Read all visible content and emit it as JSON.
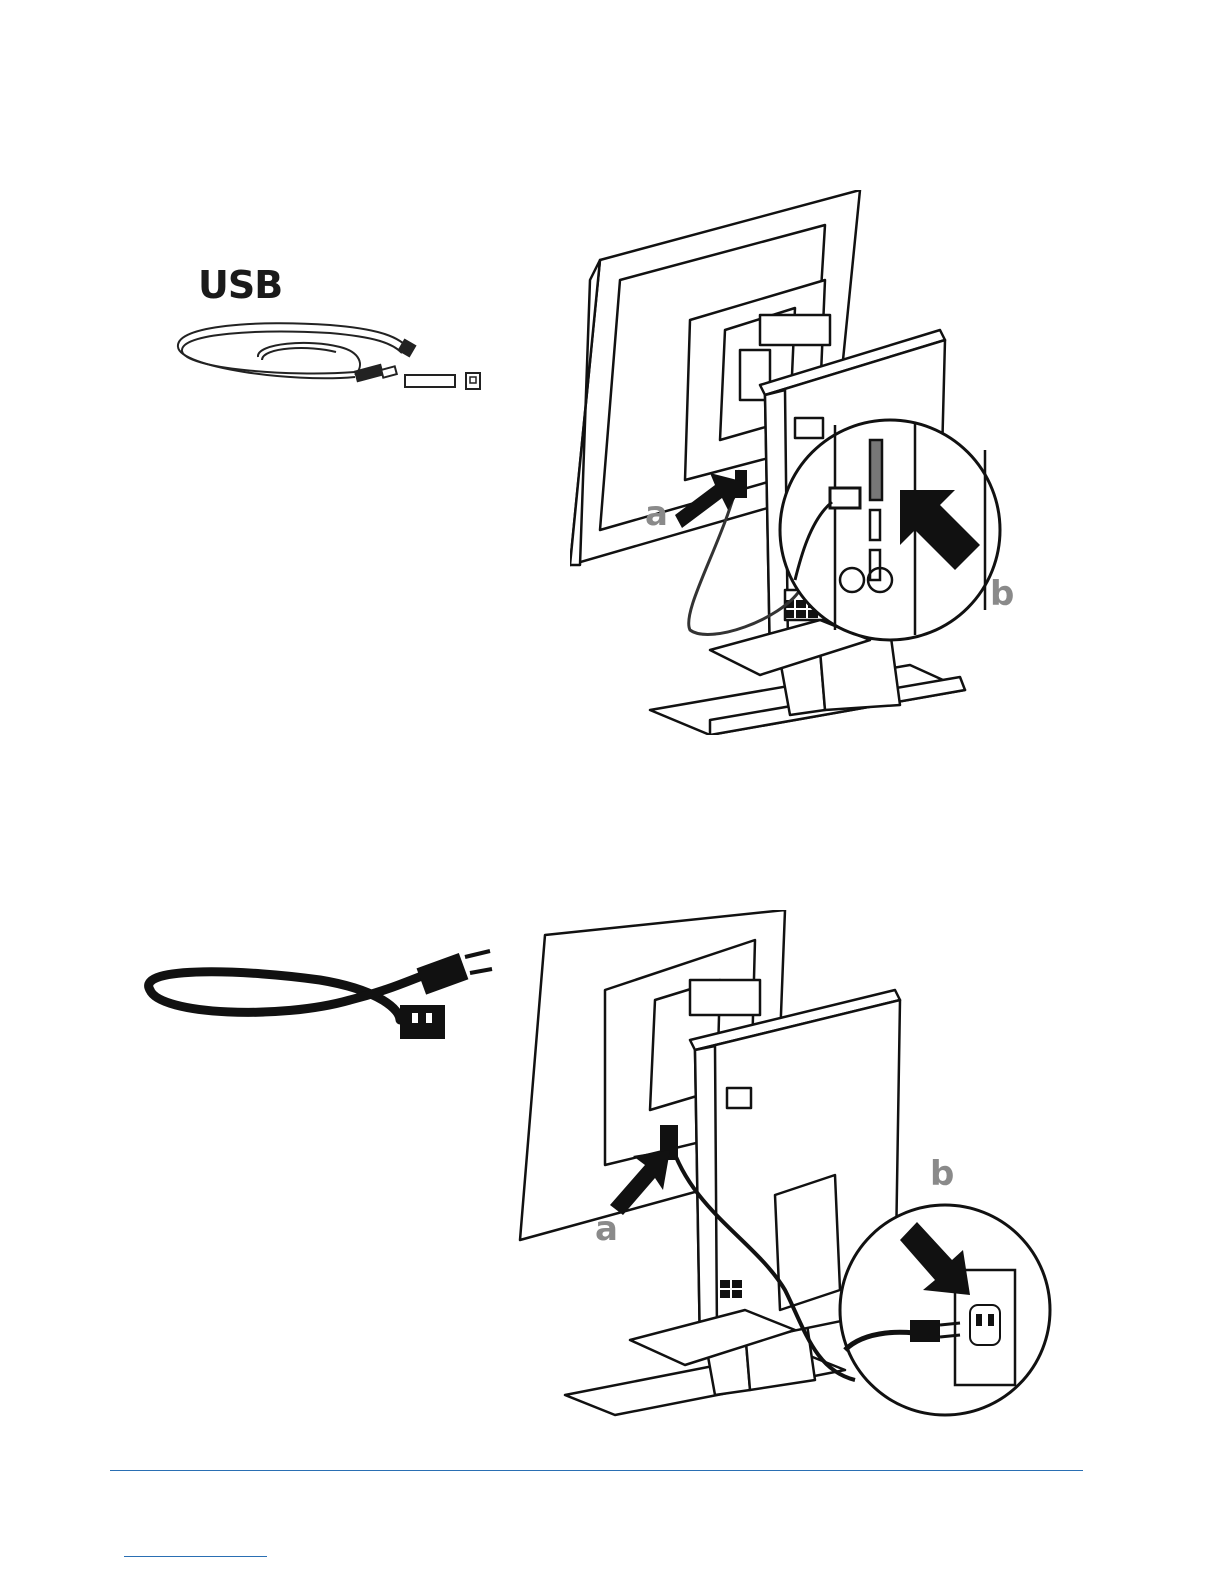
{
  "usb_section": {
    "cable_label": "USB",
    "callout_a": "a",
    "callout_b": "b"
  },
  "power_section": {
    "callout_a": "a",
    "callout_b": "b"
  },
  "colors": {
    "line_art": "#111111",
    "callout_gray": "#8a8a8a",
    "footer_rule": "#2a6fb3"
  }
}
